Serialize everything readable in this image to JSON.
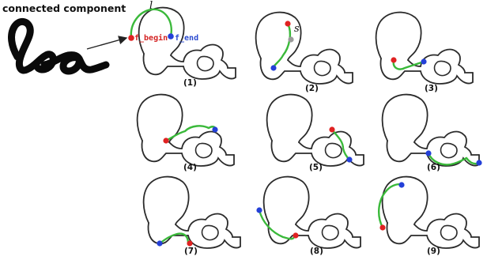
{
  "title": "connected component",
  "handwriting_word": "ba",
  "labels": {
    "length_symbol": "l",
    "split_symbol": "s",
    "begin_label": "f_begin",
    "end_label": "f_end"
  },
  "panel_captions": [
    "(1)",
    "(2)",
    "(3)",
    "(4)",
    "(5)",
    "(6)",
    "(7)",
    "(8)",
    "(9)"
  ],
  "colors": {
    "outline": "#2b2b2b",
    "fragment": "#3ab93a",
    "begin_point": "#e02222",
    "end_point": "#2440d8",
    "split_point": "#9a9a9a",
    "begin_text": "#d42222",
    "end_text": "#2a4ad0"
  }
}
